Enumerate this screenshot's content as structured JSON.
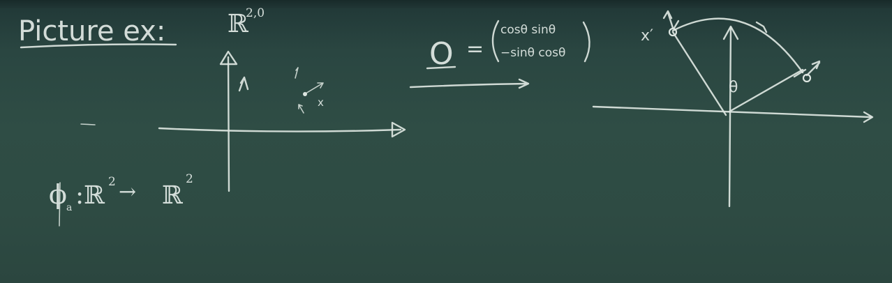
{
  "board": {
    "heading": "Picture ex:",
    "space_symbol": "ℝ",
    "space_superscript": "2,0",
    "map_label": "ϕ",
    "map_subscript": "a",
    "map_domain": ":ℝ",
    "map_domain_exp": "2",
    "map_arrow": "→",
    "map_codomain": "ℝ",
    "map_codomain_exp": "2",
    "point_label_left": "x",
    "matrix_lhs": "O",
    "matrix_equals": "=",
    "matrix_row1": "cosθ  sinθ",
    "matrix_row2": "−sinθ  cosθ",
    "rotated_point_label": "x′",
    "angle_label": "θ"
  },
  "colors": {
    "board": "#2e4b43",
    "chalk": "#dde6e1"
  }
}
